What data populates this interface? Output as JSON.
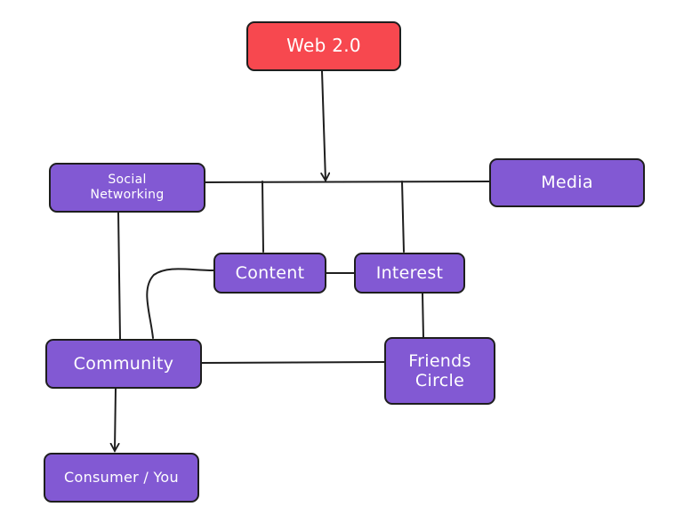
{
  "colors": {
    "node_fill": "#8259d3",
    "root_fill": "#f7484f",
    "stroke": "#1e1e1e",
    "text": "#ffffff",
    "background": "#ffffff"
  },
  "nodes": {
    "web": {
      "label": "Web 2.0"
    },
    "social": {
      "line1": "Social",
      "line2": "Networking"
    },
    "media": {
      "label": "Media"
    },
    "content": {
      "label": "Content"
    },
    "interest": {
      "label": "Interest"
    },
    "community": {
      "label": "Community"
    },
    "friends": {
      "line1": "Friends",
      "line2": "Circle"
    },
    "consumer": {
      "label": "Consumer / You"
    }
  }
}
